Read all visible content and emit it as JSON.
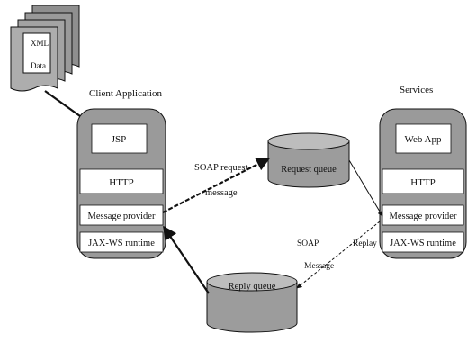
{
  "xml_doc": {
    "line1": "XML",
    "line2": "Data"
  },
  "client": {
    "title": "Client Application",
    "layers": [
      "JSP",
      "HTTP",
      "Message provider",
      "JAX-WS runtime"
    ]
  },
  "services": {
    "title": "Services",
    "layers": [
      "Web App",
      "HTTP",
      "Message provider",
      "JAX-WS runtime"
    ]
  },
  "queues": {
    "request": "Request queue",
    "reply": "Reply queue"
  },
  "labels": {
    "soap_request_line1": "SOAP request",
    "soap_request_line2": "message",
    "soap_reply_a": "SOAP",
    "soap_reply_b": "Replay",
    "soap_reply_c": "Message"
  },
  "colors": {
    "stack_fill": "#9a9a9a",
    "doc_fill": "#a8a8a8",
    "layer_fill": "#ffffff",
    "queue_fill": "#9c9c9c",
    "queue_top": "#bdbdbd",
    "stroke": "#111111"
  }
}
